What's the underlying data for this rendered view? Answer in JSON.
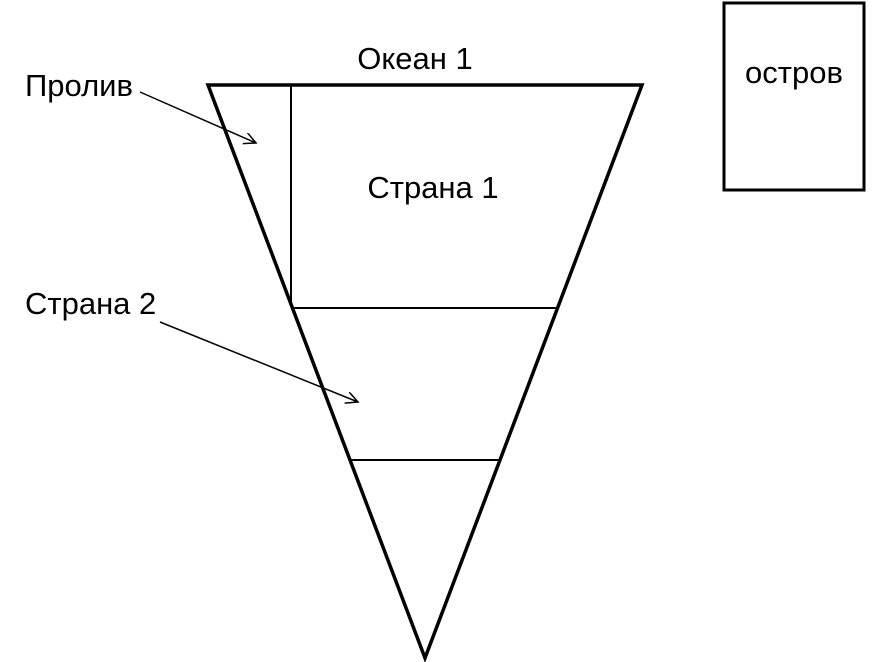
{
  "labels": {
    "ocean": "Океан 1",
    "island": "остров",
    "strait": "Пролив",
    "country1": "Страна 1",
    "country2": "Страна 2"
  },
  "colors": {
    "stroke": "#000000",
    "background": "#ffffff"
  }
}
